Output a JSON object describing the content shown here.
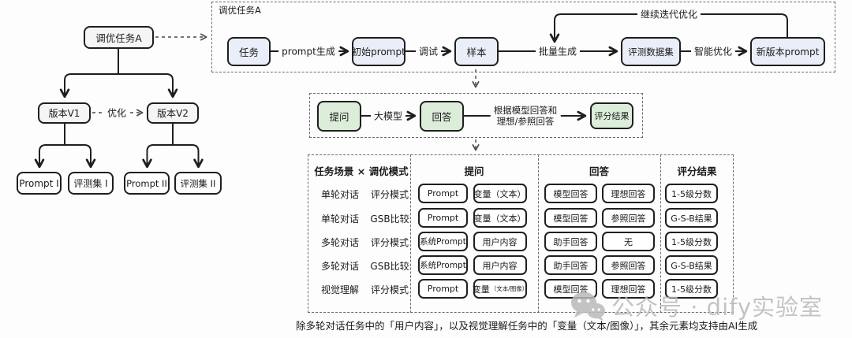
{
  "colors": {
    "background": "#fdfdfd",
    "border_dark": "#1f1f1f",
    "node_lavender": "#eaeef9",
    "node_green": "#dcedda",
    "node_gray": "#f5f5f5",
    "dashed_line": "#6b6b6b",
    "watermark_gray": "#b9b9b9"
  },
  "left_tree": {
    "root": "调优任务A",
    "v1": "版本V1",
    "v2": "版本V2",
    "optimize_label": "优化",
    "leaves": [
      "Prompt I",
      "评测集 I",
      "Prompt II",
      "评测集 II"
    ]
  },
  "top_flow": {
    "title": "调优任务A",
    "nodes": [
      "任务",
      "初始prompt",
      "样本",
      "评测数据集",
      "新版本prompt"
    ],
    "edge_labels": [
      "prompt生成",
      "调试",
      "批量生成",
      "智能优化"
    ],
    "loop_label": "继续迭代优化"
  },
  "mid_flow": {
    "nodes": [
      "提问",
      "回答",
      "评分结果"
    ],
    "model_label": "大模型",
    "judge_label_line1": "根据模型回答和",
    "judge_label_line2": "理想/参照回答"
  },
  "table": {
    "headers": [
      "任务场景 × 调优模式",
      "提问",
      "回答",
      "评分结果"
    ],
    "rows": [
      {
        "scene": "单轮对话",
        "mode": "评分模式",
        "q1": "Prompt",
        "q2": "变量（文本）",
        "q2_small": "",
        "a1": "模型回答",
        "a2": "理想回答",
        "score": "1-5级分数"
      },
      {
        "scene": "单轮对话",
        "mode": "GSB比较",
        "q1": "Prompt",
        "q2": "变量（文本）",
        "q2_small": "",
        "a1": "模型回答",
        "a2": "参照回答",
        "score": "G-S-B结果"
      },
      {
        "scene": "多轮对话",
        "mode": "评分模式",
        "q1": "系统Prompt",
        "q2": "用户内容",
        "q2_small": "",
        "a1": "助手回答",
        "a2": "无",
        "score": "1-5级分数"
      },
      {
        "scene": "多轮对话",
        "mode": "GSB比较",
        "q1": "系统Prompt",
        "q2": "用户内容",
        "q2_small": "",
        "a1": "助手回答",
        "a2": "参照回答",
        "score": "G-S-B结果"
      },
      {
        "scene": "视觉理解",
        "mode": "评分模式",
        "q1": "Prompt",
        "q2": "变量",
        "q2_small": "（文本/图像）",
        "a1": "模型回答",
        "a2": "理想回答",
        "score": "1-5级分数"
      }
    ]
  },
  "footer_note": "除多轮对话任务中的「用户内容」，以及视觉理解任务中的「变量（文本/图像）」，其余元素均支持由AI生成",
  "watermark": {
    "text": "公众号 · dify实验室"
  }
}
